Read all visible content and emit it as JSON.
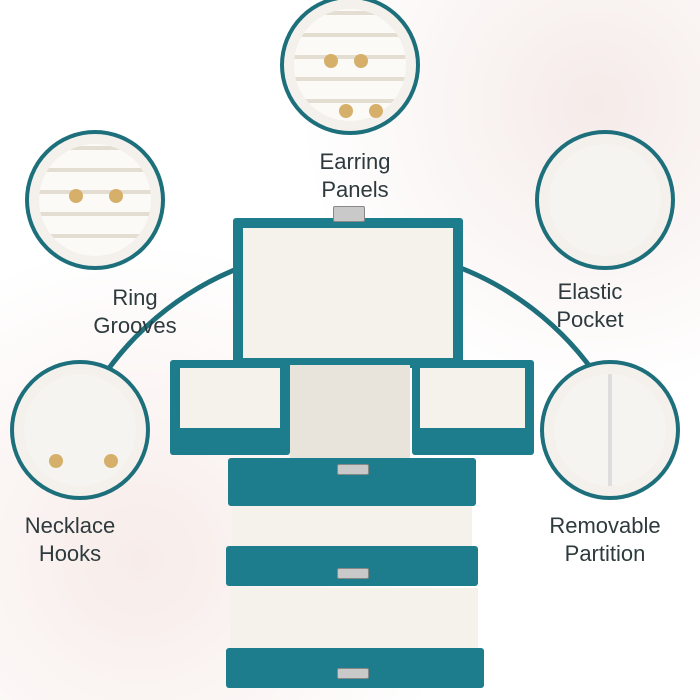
{
  "features": [
    {
      "label_line1": "Earring",
      "label_line2": "Panels"
    },
    {
      "label_line1": "Ring",
      "label_line2": "Grooves"
    },
    {
      "label_line1": "Elastic",
      "label_line2": "Pocket"
    },
    {
      "label_line1": "Necklace",
      "label_line2": "Hooks"
    },
    {
      "label_line1": "Removable",
      "label_line2": "Partition"
    }
  ],
  "colors": {
    "accent": "#1d7d8c",
    "ring": "#1d6f7c"
  }
}
